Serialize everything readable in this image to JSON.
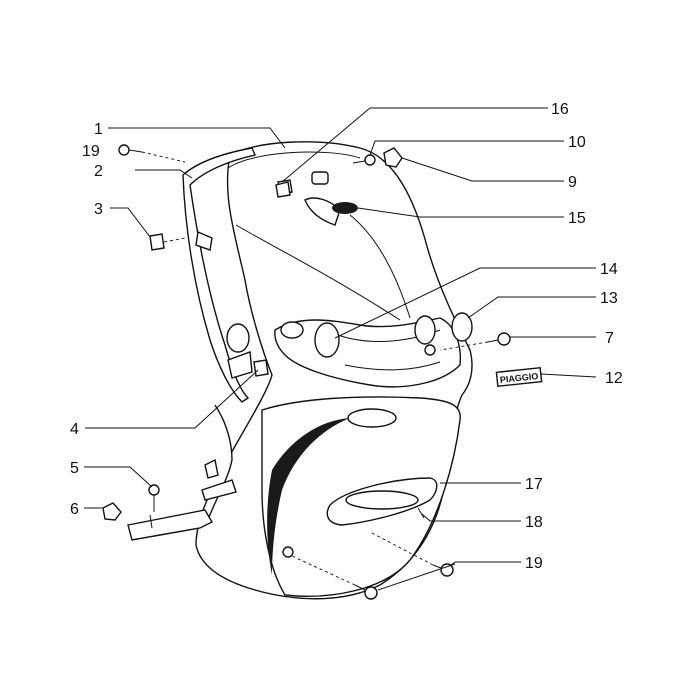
{
  "labels": {
    "p1": "1",
    "p2": "2",
    "p3": "3",
    "p4": "4",
    "p5": "5",
    "p6": "6",
    "p7": "7",
    "p9": "9",
    "p10": "10",
    "p12": "12",
    "p13": "13",
    "p14": "14",
    "p15": "15",
    "p16": "16",
    "p17": "17",
    "p18": "18",
    "p19a": "19",
    "p19b": "19"
  },
  "badge": {
    "text": "PIAGGIO"
  }
}
